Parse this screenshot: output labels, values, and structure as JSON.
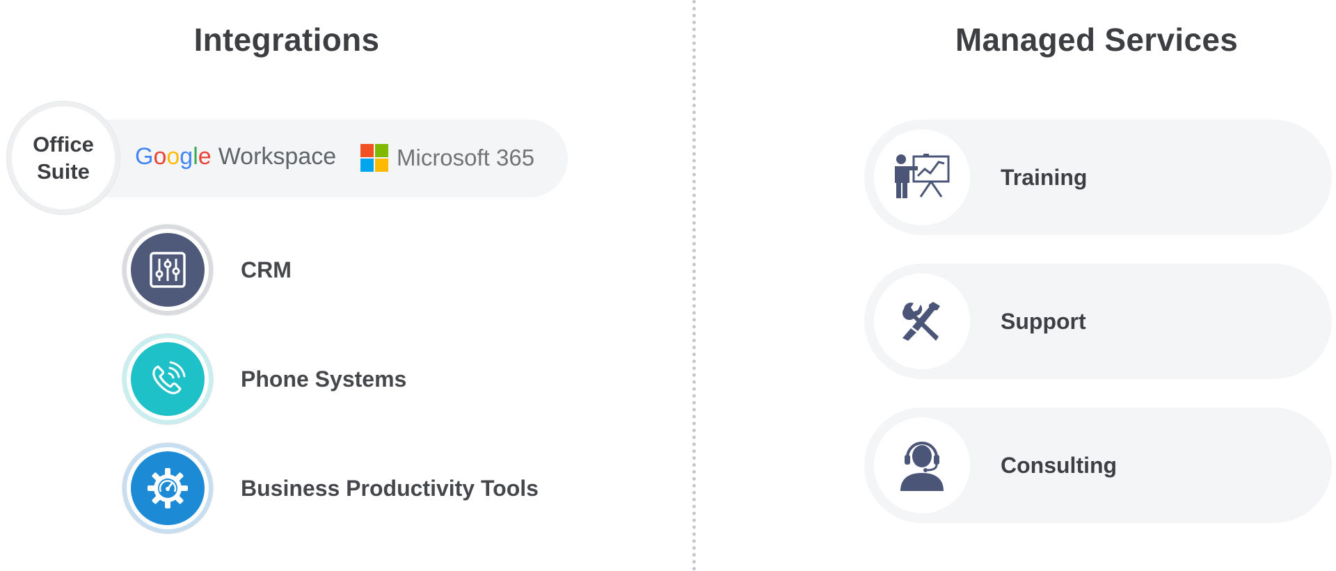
{
  "integrations": {
    "title": "Integrations",
    "office_suite": {
      "label": "Office\nSuite",
      "google_workspace": {
        "google": "Google",
        "workspace": "Workspace"
      },
      "microsoft": {
        "text": "Microsoft 365",
        "colors": [
          "#F25022",
          "#7FBA00",
          "#00A4EF",
          "#FFB900"
        ]
      }
    },
    "items": [
      {
        "label": "CRM",
        "icon": "sliders-icon",
        "color": "#4f5a7a",
        "ring": "#d9dbdf"
      },
      {
        "label": "Phone Systems",
        "icon": "phone-icon",
        "color": "#1fc1c9",
        "ring": "#c9eef0"
      },
      {
        "label": "Business Productivity Tools",
        "icon": "gear-gauge-icon",
        "color": "#1d8ad6",
        "ring": "#c7def0"
      }
    ]
  },
  "managed_services": {
    "title": "Managed Services",
    "items": [
      {
        "label": "Training",
        "icon": "presenter-icon"
      },
      {
        "label": "Support",
        "icon": "tools-icon"
      },
      {
        "label": "Consulting",
        "icon": "headset-icon"
      }
    ],
    "icon_color": "#4b5578"
  }
}
